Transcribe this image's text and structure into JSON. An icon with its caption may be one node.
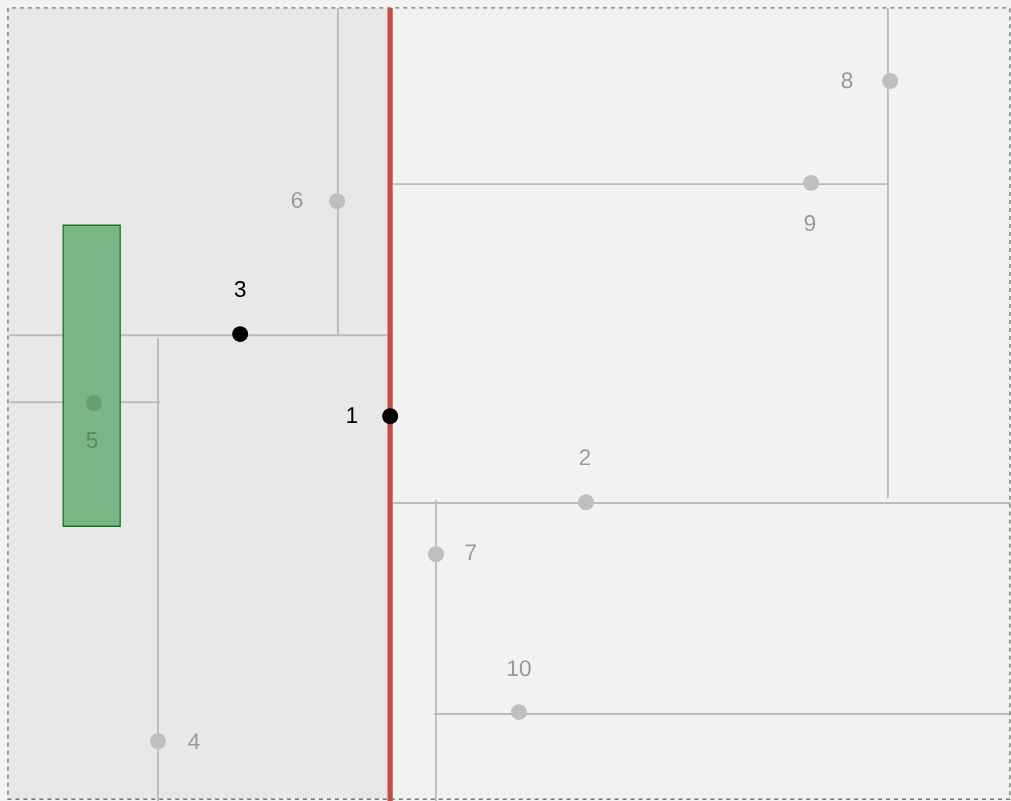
{
  "diagram": {
    "nodes": [
      {
        "text": [
          "5"
        ]
      }
    ],
    "labels": [
      "8",
      "6",
      "9",
      "3",
      "1",
      "2",
      "7",
      "10",
      "4"
    ]
  }
}
